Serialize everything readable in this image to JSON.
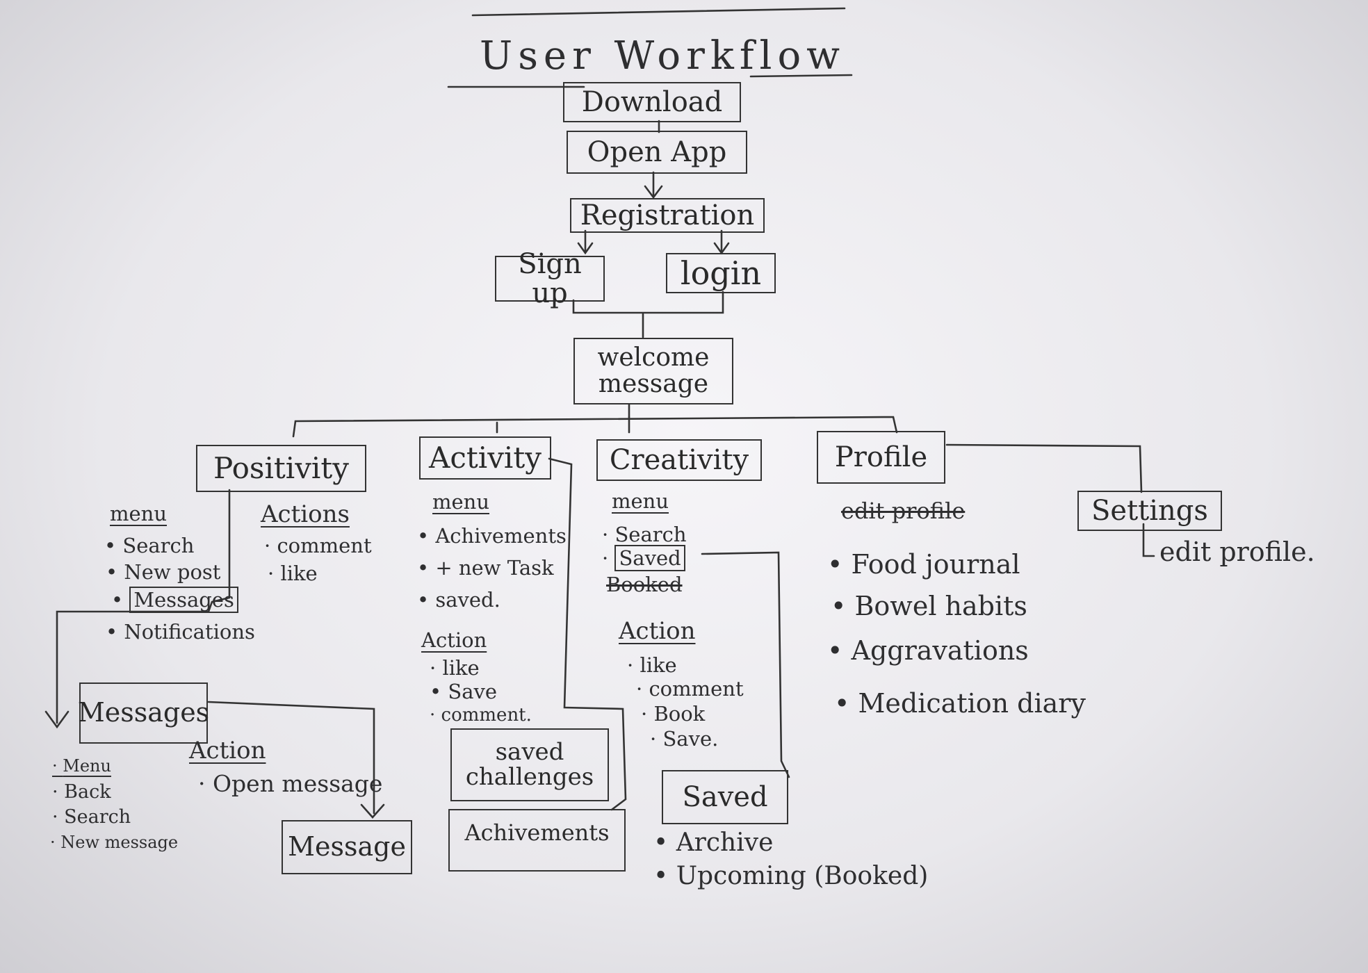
{
  "title": "User Workflow",
  "nodes": {
    "download": "Download",
    "open_app": "Open App",
    "registration": "Registration",
    "sign_up": "Sign up",
    "login": "login",
    "welcome": "welcome message",
    "positivity": "Positivity",
    "activity": "Activity",
    "creativity": "Creativity",
    "profile": "Profile",
    "settings": "Settings",
    "messages": "Messages",
    "message": "Message",
    "saved_challenges": "saved challenges",
    "achievements_box": "Achivements",
    "saved_box": "Saved"
  },
  "positivity": {
    "menu_heading": "menu",
    "menu": [
      "Search",
      "New post",
      "Messages",
      "Notifications"
    ],
    "actions_heading": "Actions",
    "actions": [
      "comment",
      "like"
    ]
  },
  "messages": {
    "menu": [
      "Menu",
      "Back",
      "Search",
      "New message"
    ],
    "action_heading": "Action",
    "actions": [
      "Open message"
    ]
  },
  "activity": {
    "menu_heading": "menu",
    "menu": [
      "Achivements",
      "+ new Task",
      "saved."
    ],
    "action_heading": "Action",
    "actions": [
      "like",
      "Save",
      "comment."
    ]
  },
  "creativity": {
    "menu_heading": "menu",
    "menu": [
      "Search",
      "Saved",
      "Booked"
    ],
    "action_heading": "Action",
    "actions": [
      "like",
      "comment",
      "Book",
      "Save."
    ]
  },
  "saved": {
    "items": [
      "Archive",
      "Upcoming (Booked)"
    ]
  },
  "profile": {
    "struck": "edit profile",
    "items": [
      "Food journal",
      "Bowel habits",
      "Aggravations",
      "Medication diary"
    ]
  },
  "settings": {
    "items": [
      "edit profile."
    ]
  }
}
